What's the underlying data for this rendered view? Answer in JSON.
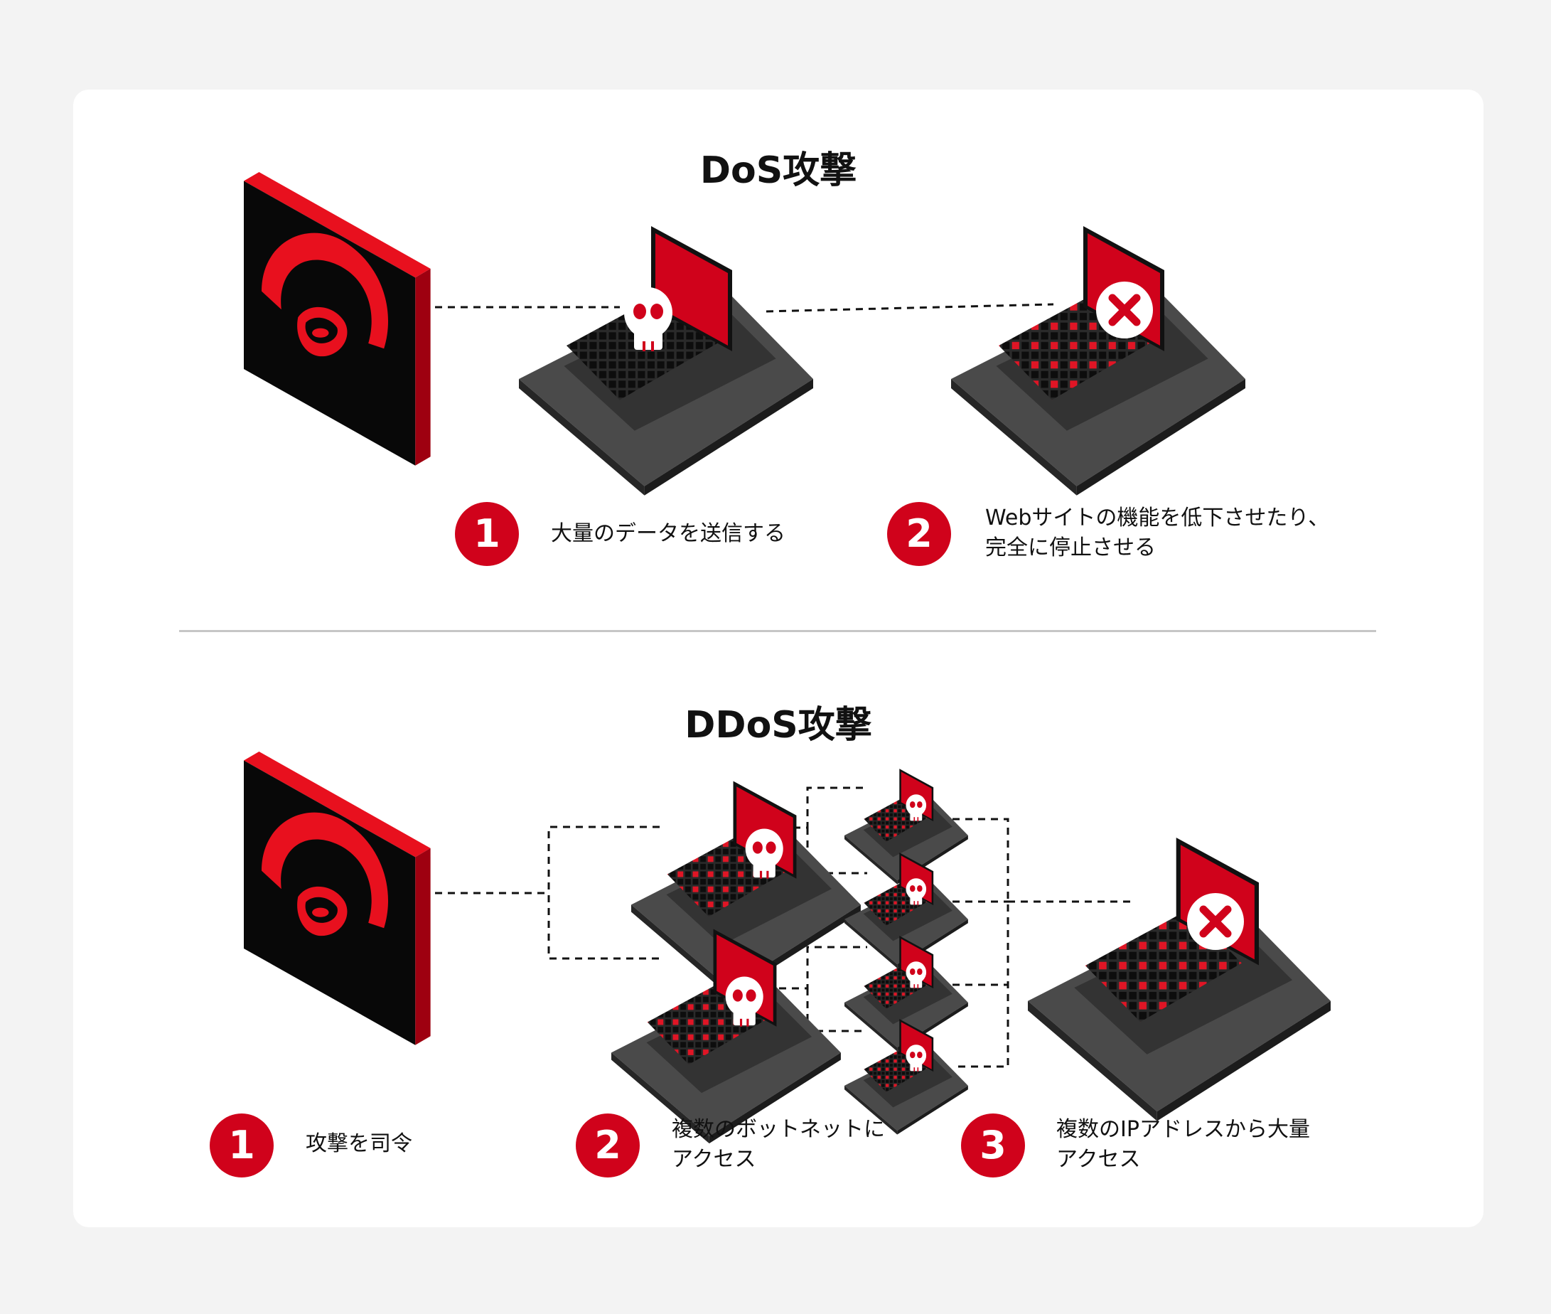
{
  "colors": {
    "accent": "#d0021b",
    "monitor_side": "#b00012",
    "screen": "#d0021b",
    "laptop_body": "#3c3c3c",
    "keys": "#111111",
    "divider": "#c6c6c6"
  },
  "dos": {
    "title": "DoS攻撃",
    "steps": [
      {
        "num": "1",
        "lines": [
          "大量のデータを送信する"
        ]
      },
      {
        "num": "2",
        "lines": [
          "Webサイトの機能を低下させたり、",
          "完全に停止させる"
        ]
      }
    ]
  },
  "ddos": {
    "title": "DDoS攻撃",
    "steps": [
      {
        "num": "1",
        "lines": [
          "攻撃を司令"
        ]
      },
      {
        "num": "2",
        "lines": [
          "複数のボットネットに",
          "アクセス"
        ]
      },
      {
        "num": "3",
        "lines": [
          "複数のIPアドレスから大量",
          "アクセス"
        ]
      }
    ]
  },
  "icons": {
    "attacker": "hooded-hacker-icon",
    "bot": "skull-icon",
    "target": "error-x-icon"
  }
}
